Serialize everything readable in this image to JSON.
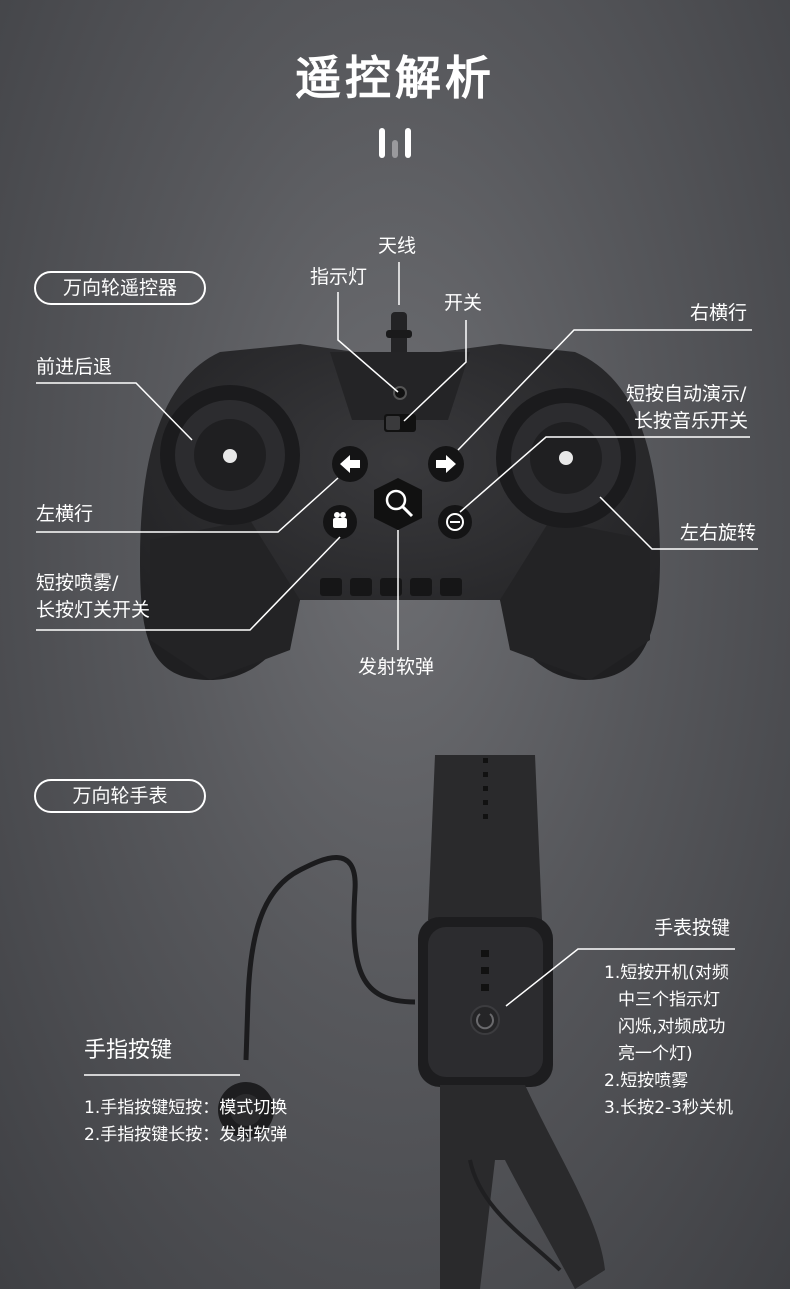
{
  "title": "遥控解析",
  "remote_section": {
    "badge": "万向轮遥控器",
    "labels": {
      "antenna": "天线",
      "indicator": "指示灯",
      "power_switch": "开关",
      "right_strafe": "右横行",
      "forward_back": "前进后退",
      "demo_music_1": "短按自动演示/",
      "demo_music_2": "长按音乐开关",
      "left_strafe": "左横行",
      "rotate": "左右旋转",
      "spray_light_1": "短按喷雾/",
      "spray_light_2": "长按灯关开关",
      "fire": "发射软弹"
    }
  },
  "watch_section": {
    "badge": "万向轮手表",
    "watch_button": {
      "heading": "手表按键",
      "lines": [
        "1.短按开机(对频",
        "中三个指示灯",
        "闪烁,对频成功",
        "亮一个灯)",
        "2.短按喷雾",
        "3.长按2-3秒关机"
      ]
    },
    "finger_button": {
      "heading": "手指按键",
      "lines": [
        "1.手指按键短按：模式切换",
        "2.手指按键长按：发射软弹"
      ]
    }
  },
  "colors": {
    "device_body": "#2b2b2d",
    "device_shade": "#1b1b1d",
    "line": "#ffffff"
  }
}
